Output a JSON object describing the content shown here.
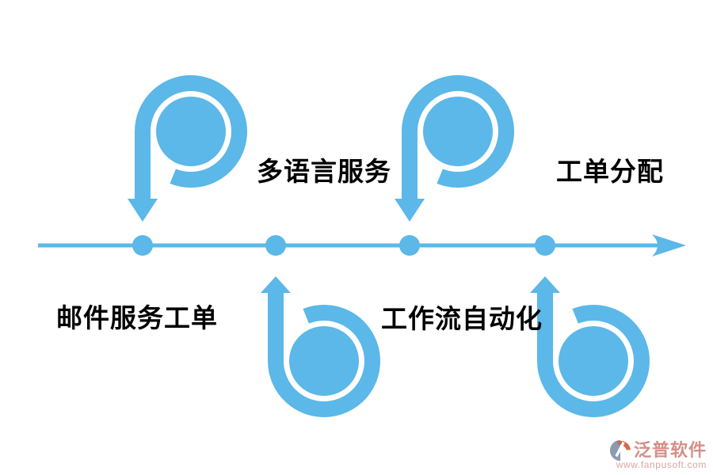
{
  "colors": {
    "accent": "#5BB8E8",
    "label_text": "#000000",
    "watermark_brand": "#D58F88",
    "watermark_url": "#DCA49F",
    "logo_gray": "#8C9BB0",
    "logo_orange": "#D2694C"
  },
  "icons": {
    "spiral_down": "spiral-arrow-down",
    "spiral_up": "spiral-arrow-up",
    "axis_arrow": "arrow-right",
    "logo": "fanpu-logo"
  },
  "timeline": {
    "items": [
      {
        "label": "多语言服务",
        "position": "top"
      },
      {
        "label": "工单分配",
        "position": "top"
      },
      {
        "label": "邮件服务工单",
        "position": "bottom"
      },
      {
        "label": "工作流自动化",
        "position": "bottom"
      }
    ]
  },
  "watermark": {
    "brand": "泛普软件",
    "url": "www.fanpusoft.com"
  }
}
